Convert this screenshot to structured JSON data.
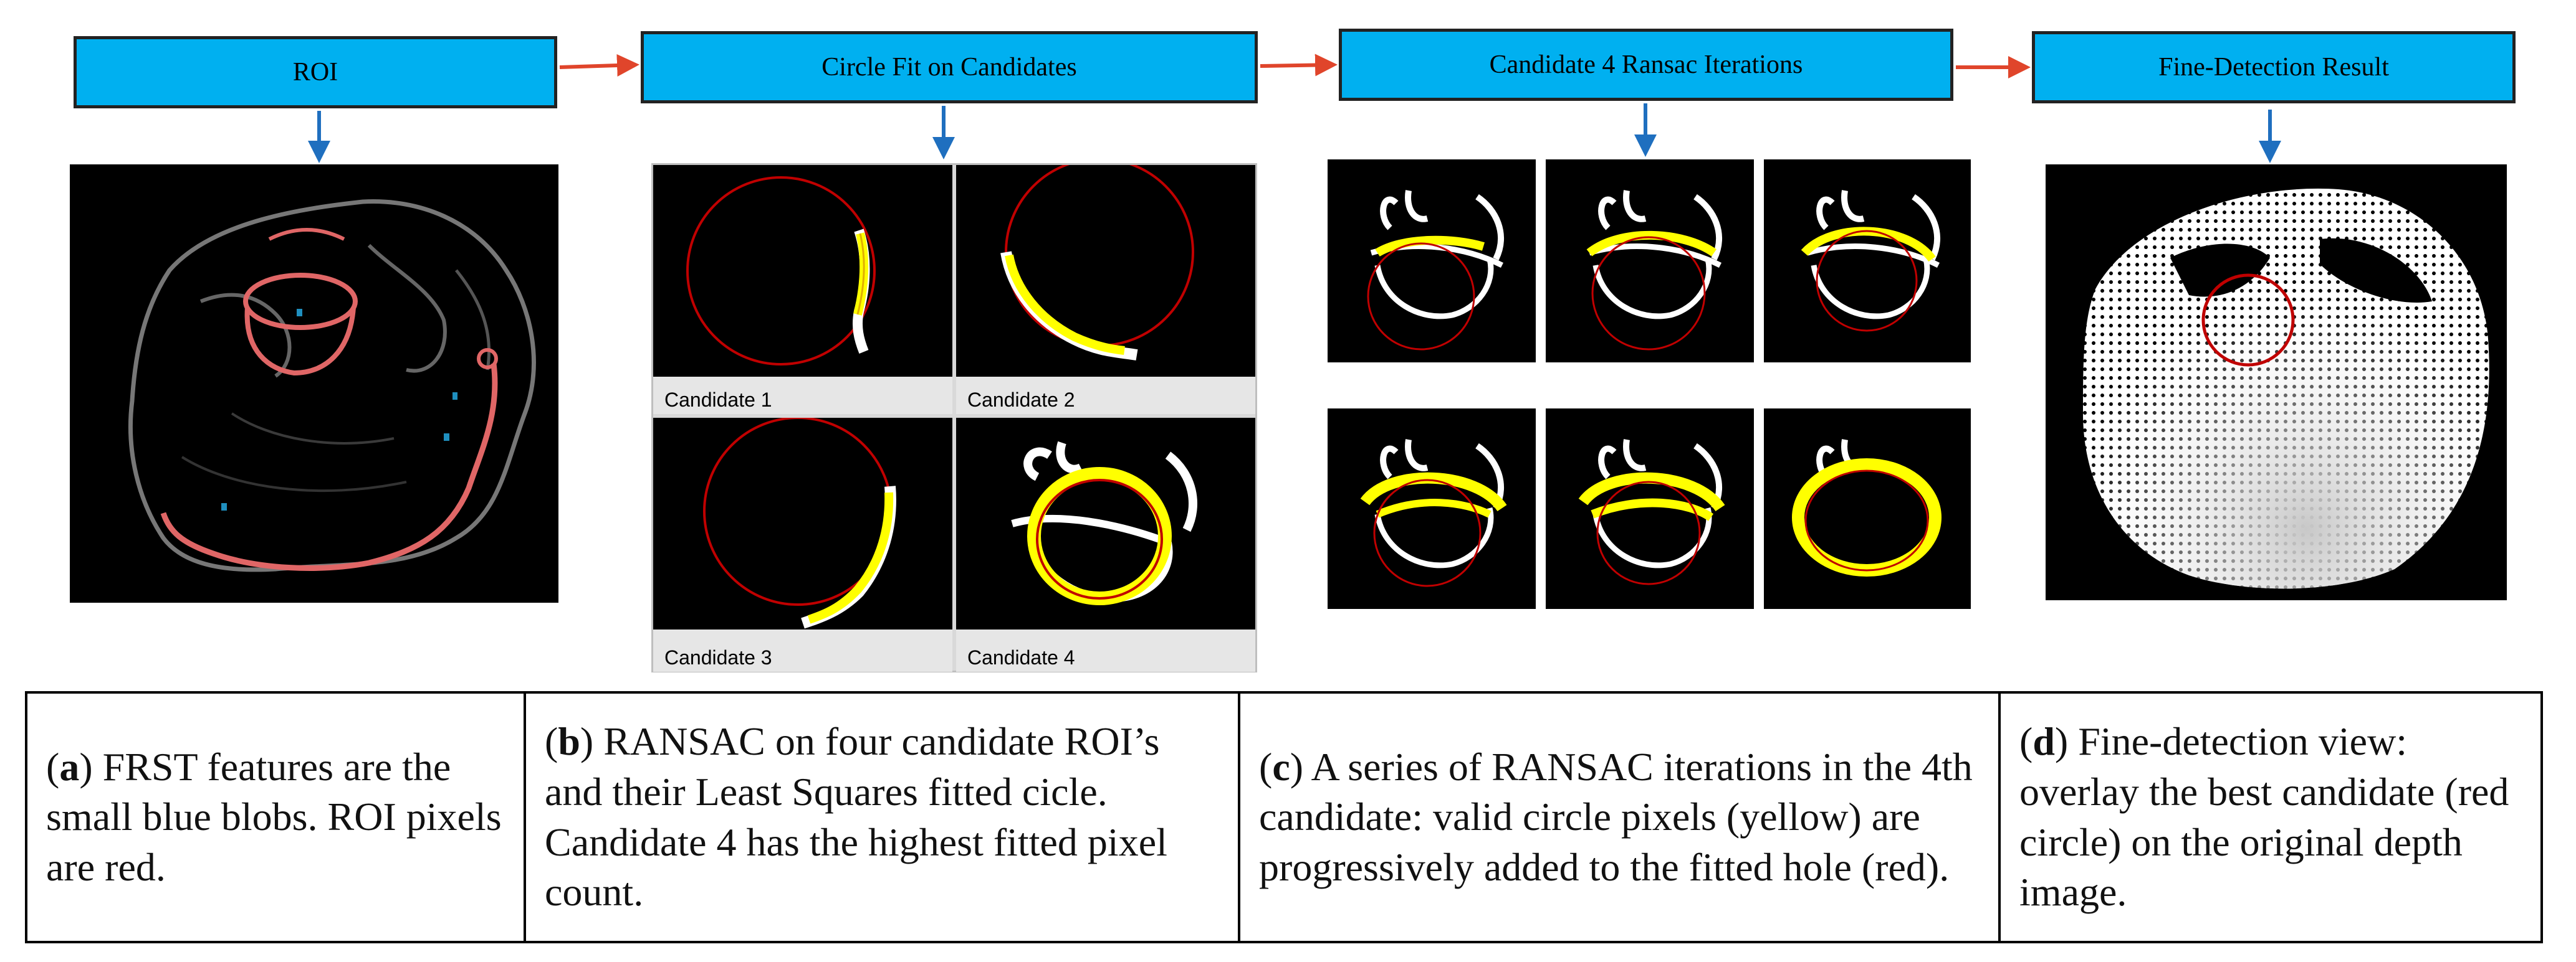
{
  "stages": [
    {
      "title": "ROI"
    },
    {
      "title": "Circle Fit on Candidates"
    },
    {
      "title": "Candidate 4 Ransac Iterations"
    },
    {
      "title": "Fine-Detection Result"
    }
  ],
  "candidates": [
    "Candidate 1",
    "Candidate 2",
    "Candidate 3",
    "Candidate 4"
  ],
  "captions": [
    {
      "letter": "a",
      "text": " FRST features are the small blue blobs. ROI pixels are red."
    },
    {
      "letter": "b",
      "text": " RANSAC on four candidate ROI’s and their Least Squares fitted cicle. Candidate 4 has the highest fitted pixel count."
    },
    {
      "letter": "c",
      "text": " A series of RANSAC iterations in the 4th candidate: valid circle pixels (yellow) are progressively added to the fitted hole (red)."
    },
    {
      "letter": "d",
      "text": " Fine-detection view: overlay the best candidate (red circle) on the original depth image."
    }
  ],
  "colors": {
    "stage_box": "#00b0f0",
    "flow_arrow": "#e0452b",
    "down_arrow": "#1f6fbf",
    "roi_red": "#e06666",
    "fit_circle": "#c00000",
    "inlier_yellow": "#ffff00"
  }
}
